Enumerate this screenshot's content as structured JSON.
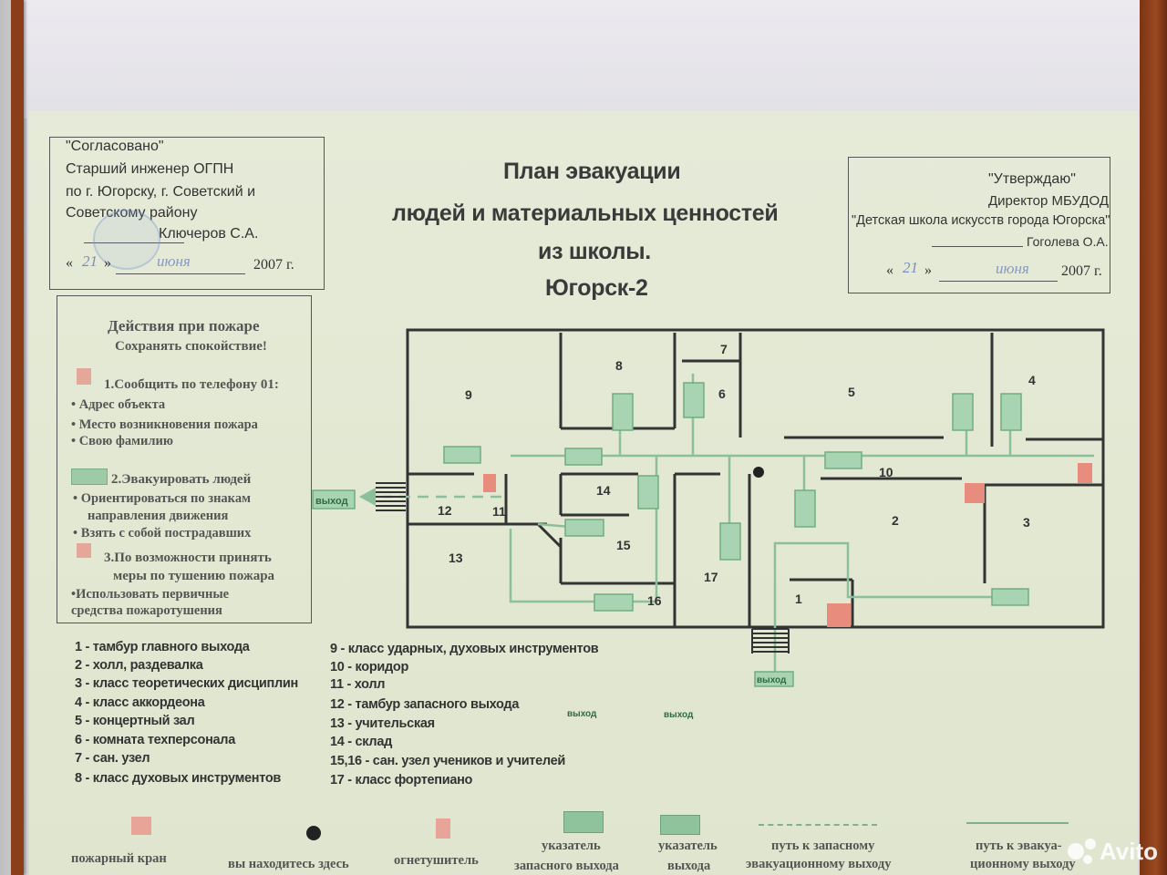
{
  "approved_box": {
    "title": "\"Согласовано\"",
    "line1": "Старший  инженер  ОГПН",
    "line2": "по г. Югорску, г. Советский и",
    "line3": "Советскому району",
    "signature": "Ключеров С.А.",
    "date_open": "«",
    "date_day": "21",
    "date_close": "»",
    "date_month": "июня",
    "date_year": "2007 г."
  },
  "title": {
    "line1": "План эвакуации",
    "line2": "людей и материальных ценностей",
    "line3": "из школы.",
    "line4": "Югорск-2"
  },
  "confirm_box": {
    "title": "\"Утверждаю\"",
    "line1": "Директор МБУДОД",
    "line2": "\"Детская школа искусств города Югорска\"",
    "signature": "Гоголева О.А.",
    "date_open": "«",
    "date_day": "21",
    "date_close": "»",
    "date_month": "июня",
    "date_year": "2007 г."
  },
  "fire_actions": {
    "heading": "Действия при пожаре",
    "subheading": "Сохранять спокойствие!",
    "step1": "1.Сообщить по телефону 01:",
    "step1_items": [
      "• Адрес объекта",
      "• Место возникновения пожара",
      "• Свою фамилию"
    ],
    "step2": "2.Эвакуировать людей",
    "step2_items": [
      "•  Ориентироваться по знакам",
      "направления движения",
      "•  Взять с собой пострадавших"
    ],
    "step3": "3.По возможности принять",
    "step3_b": "меры по тушению пожара",
    "step3_items": [
      "•Использовать первичные",
      "средства пожаротушения"
    ]
  },
  "rooms": [
    "1",
    "2",
    "3",
    "4",
    "5",
    "6",
    "7",
    "8",
    "9",
    "10",
    "11",
    "12",
    "13",
    "14",
    "15",
    "16",
    "17"
  ],
  "exit_labels": {
    "left": "выход",
    "bottom": "выход"
  },
  "legend_left": [
    "1 - тамбур главного выхода",
    "2 - холл, раздевалка",
    "3 - класс теоретических дисциплин",
    "4 - класс аккордеона",
    "5 - концертный зал",
    "6 - комната техперсонала",
    "7 - сан. узел",
    "8 - класс духовых инструментов"
  ],
  "legend_right": [
    "9 - класс ударных, духовых инструментов",
    "10 - коридор",
    "11 - холл",
    "12 - тамбур запасного выхода",
    "13 - учительская",
    "14 - склад",
    "15,16 - сан. узел учеников и учителей",
    "17 - класс фортепиано"
  ],
  "symbols": {
    "hydrant": "пожарный кран",
    "you_are_here": "вы находитесь здесь",
    "extinguisher": "огнетушитель",
    "spare_exit_1": "указатель",
    "spare_exit_2": "запасного выхода",
    "exit_sign_1": "указатель",
    "exit_sign_2": "выхода",
    "spare_path_1": "путь к запасному",
    "spare_path_2": "эвакуационному выходу",
    "evac_path_1": "путь к эвакуа-",
    "evac_path_2": "ционному выходу",
    "sign_text": "выход"
  },
  "watermark": "Avito",
  "colors": {
    "frame": "#8a3f1a",
    "plate": "#e3e8d3",
    "path": "#8fbf98",
    "sign": "#6fae80",
    "red": "#e08070",
    "ink": "#333333"
  }
}
